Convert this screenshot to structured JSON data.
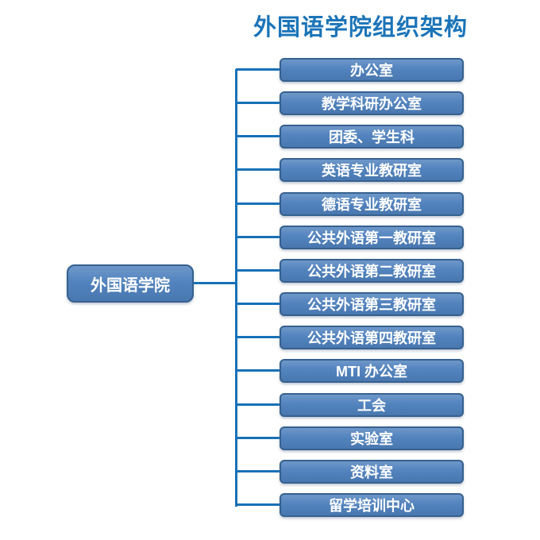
{
  "title": "外国语学院组织架构",
  "root": {
    "label": "外国语学院"
  },
  "departments": [
    {
      "label": "办公室"
    },
    {
      "label": "教学科研办公室"
    },
    {
      "label": "团委、学生科"
    },
    {
      "label": "英语专业教研室"
    },
    {
      "label": "德语专业教研室"
    },
    {
      "label": "公共外语第一教研室"
    },
    {
      "label": "公共外语第二教研室"
    },
    {
      "label": "公共外语第三教研室"
    },
    {
      "label": "公共外语第四教研室"
    },
    {
      "label": "MTI 办公室"
    },
    {
      "label": "工会"
    },
    {
      "label": "实验室"
    },
    {
      "label": "资料室"
    },
    {
      "label": "留学培训中心"
    }
  ],
  "colors": {
    "title_text": "#1B74B8",
    "connector": "#1771B7",
    "box_fill": "#4F81BD",
    "box_border": "#36618F",
    "box_text": "#FFFFFF"
  }
}
